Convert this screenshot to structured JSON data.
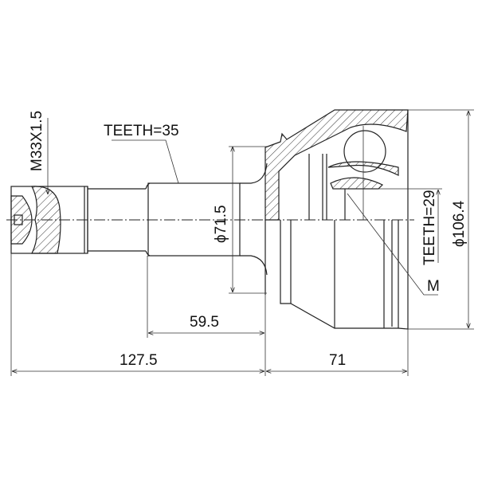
{
  "drawing": {
    "labels": {
      "thread": "M33X1.5",
      "teeth_outer": "TEETH=35",
      "shaft_dia": "ϕ71.5",
      "teeth_inner": "TEETH=29",
      "housing_dia": "ϕ106.4",
      "marker": "M"
    },
    "dimensions": {
      "spline_length": "59.5",
      "overall_left": "127.5",
      "housing_length": "71"
    },
    "colors": {
      "line": "#222222",
      "background": "#ffffff"
    }
  }
}
